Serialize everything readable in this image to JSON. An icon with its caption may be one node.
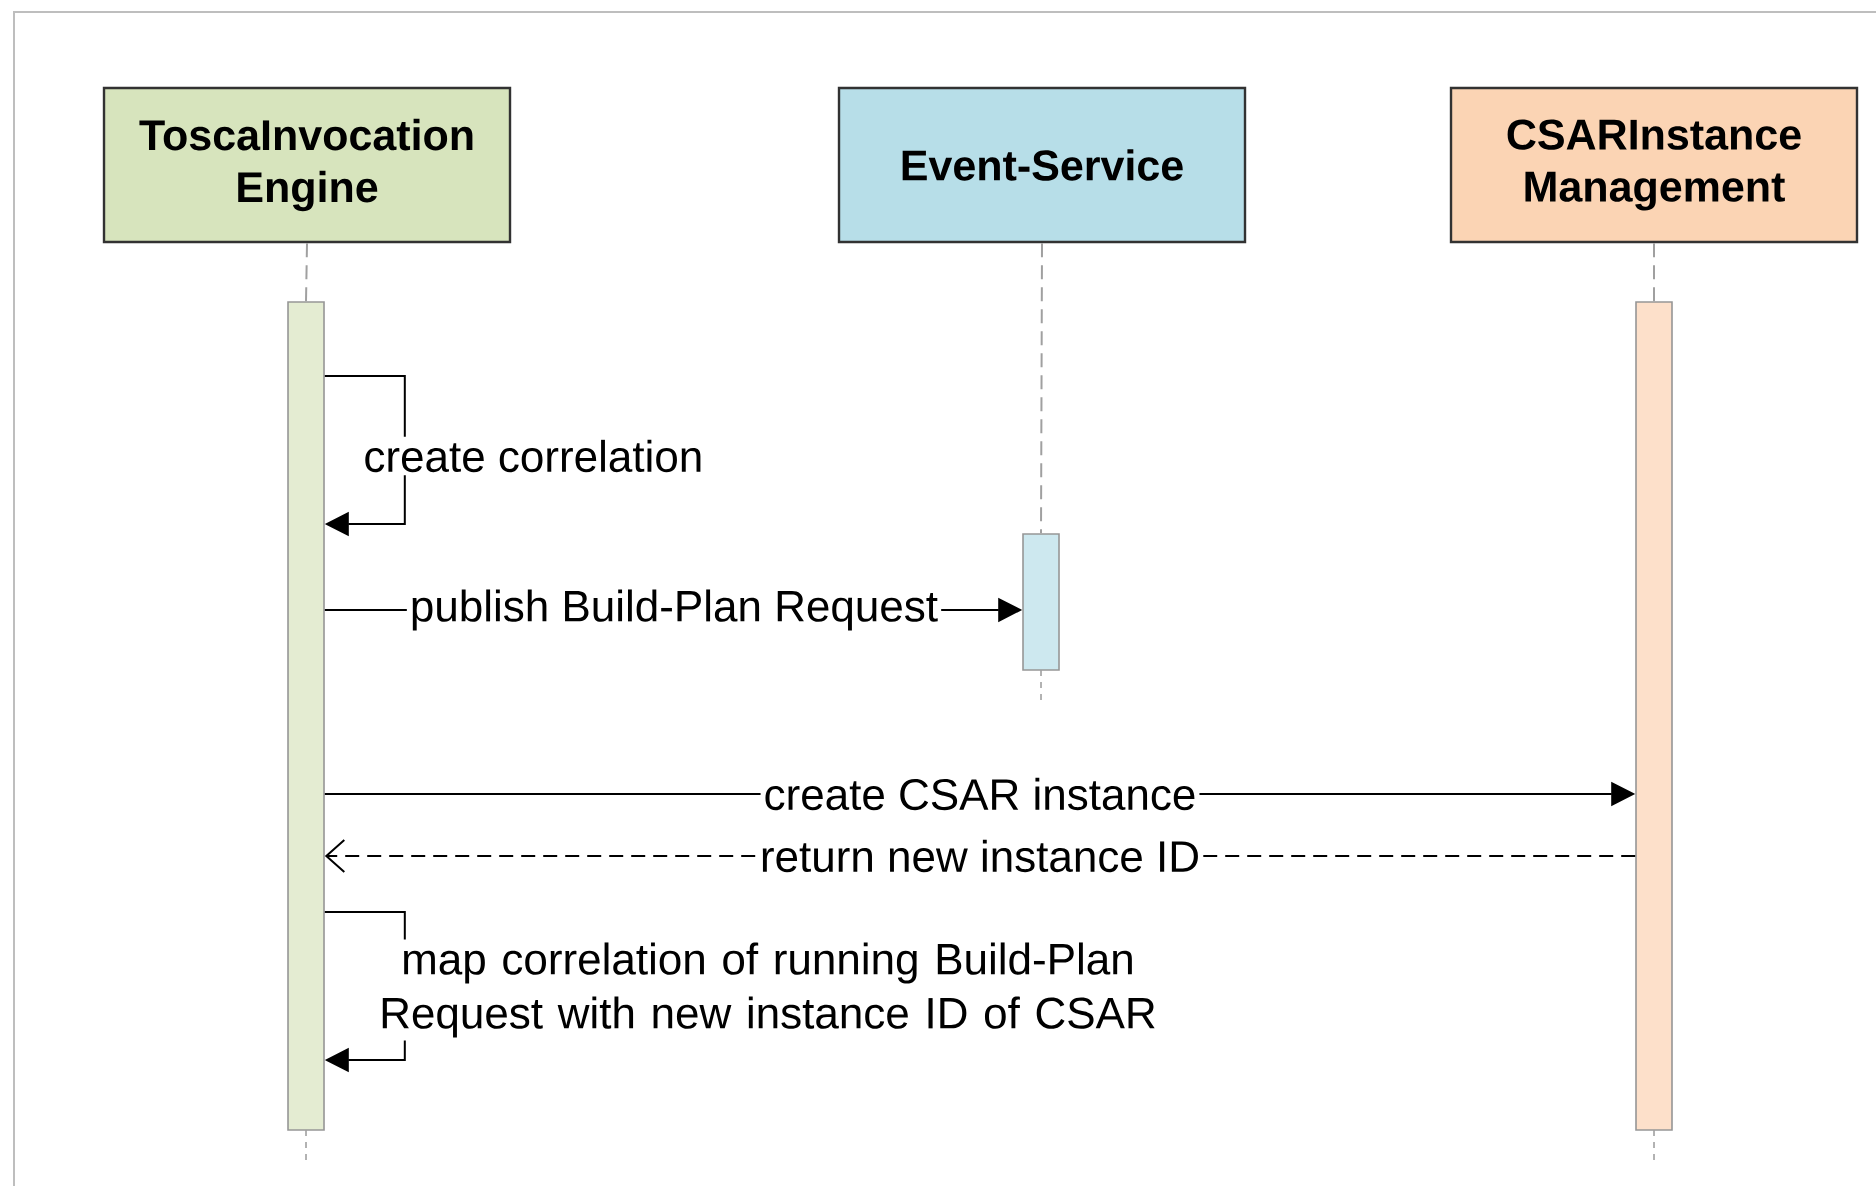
{
  "diagram": {
    "nodes": [
      {
        "text": [
          "ToscaInvocation Engine"
        ]
      },
      {
        "text": [
          "Event-Service"
        ]
      },
      {
        "text": [
          "CSARInstance Management"
        ]
      },
      {
        "text": [],
        "shape": "bar"
      },
      {
        "text": [],
        "shape": "bar"
      },
      {
        "text": [],
        "shape": "bar"
      }
    ],
    "edges": [
      {
        "from": 0,
        "to": 3,
        "arrow": "none",
        "style": "dashed",
        "color": "#a0a0a0"
      },
      {
        "from": 1,
        "to": 4,
        "arrow": "none",
        "style": "dashed",
        "color": "#a0a0a0"
      },
      {
        "from": 2,
        "to": 5,
        "arrow": "none",
        "style": "dashed",
        "color": "#a0a0a0"
      },
      {
        "from": 3,
        "to": 3,
        "arrow": "to",
        "label": "create correlation"
      },
      {
        "from": 3,
        "to": 4,
        "arrow": "to",
        "label": "publish Build-Plan Request"
      },
      {
        "from": 3,
        "to": 5,
        "arrow": "to",
        "label": "create CSAR instance"
      },
      {
        "from": 5,
        "to": 3,
        "arrow": "to",
        "label": "return new instance ID",
        "style": "dashed"
      },
      {
        "from": 3,
        "to": 3,
        "arrow": "to",
        "label": "map correlation of running Build-Plan Request with new instance ID of CSAR"
      }
    ]
  }
}
